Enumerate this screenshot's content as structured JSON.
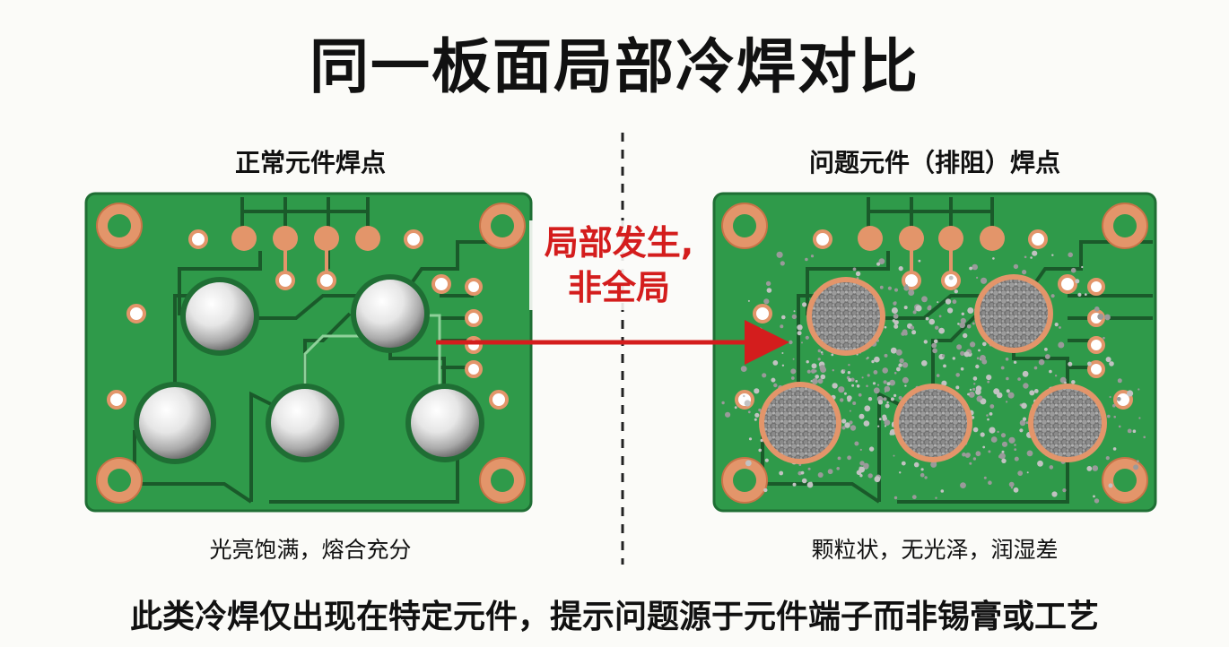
{
  "title": "同一板面局部冷焊对比",
  "left_panel": {
    "heading": "正常元件焊点",
    "caption": "光亮饱满，熔合充分"
  },
  "right_panel": {
    "heading": "问题元件（排阻）焊点",
    "caption": "颗粒状，无光泽，润湿差"
  },
  "center_note": {
    "line1": "局部发生,",
    "line2": "非全局"
  },
  "bottom_note": "此类冷焊仅出现在特定元件，提示问题源于元件端子而非锡膏或工艺",
  "colors": {
    "board": "#2f9a4a",
    "board_dark": "#1f6e34",
    "trace": "#1a5a2a",
    "copper": "#e3956a",
    "arrow": "#d41d1d"
  }
}
